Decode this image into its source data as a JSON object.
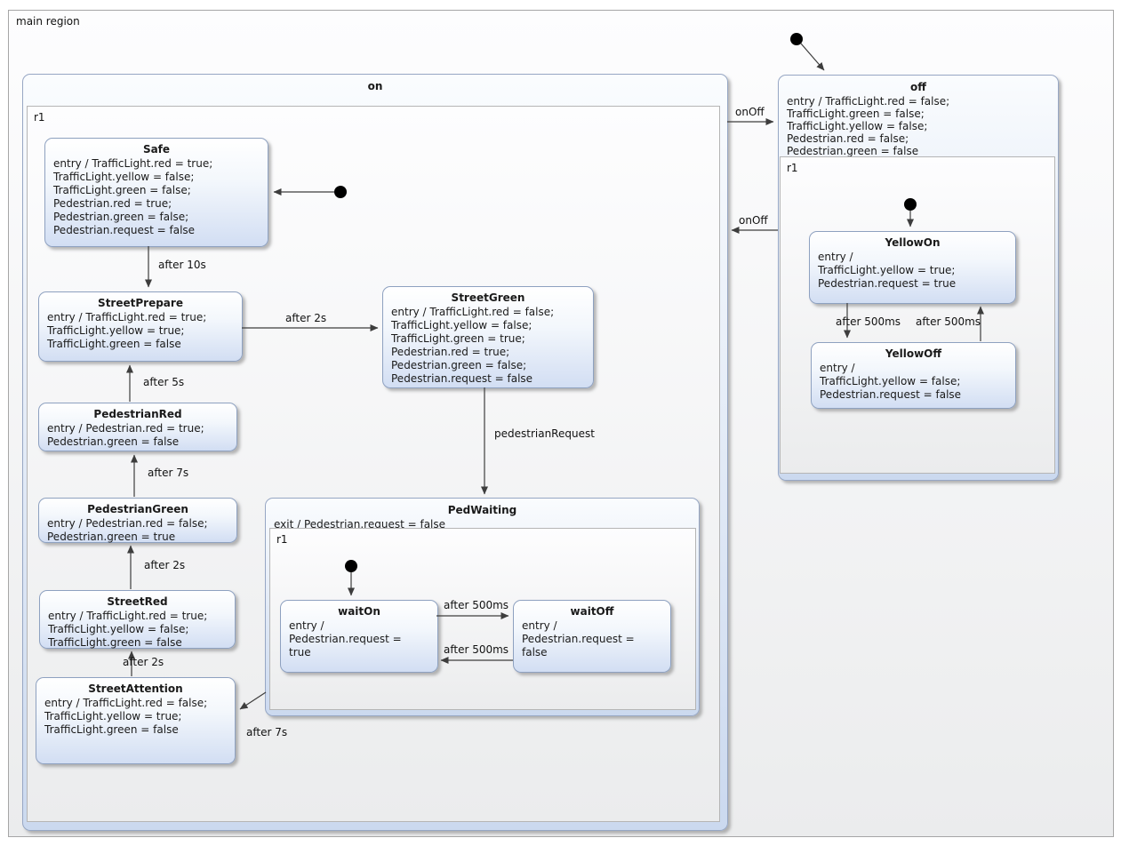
{
  "diagram": {
    "main_region": "main region"
  },
  "regions": {
    "r1": "r1"
  },
  "states": {
    "on": {
      "title": "on"
    },
    "off": {
      "title": "off",
      "body": "entry / TrafficLight.red = false;\nTrafficLight.green = false;\nTrafficLight.yellow = false;\nPedestrian.red = false;\nPedestrian.green = false"
    },
    "safe": {
      "title": "Safe",
      "body": "entry / TrafficLight.red = true;\nTrafficLight.yellow = false;\nTrafficLight.green = false;\nPedestrian.red = true;\nPedestrian.green = false;\nPedestrian.request = false"
    },
    "streetPrepare": {
      "title": "StreetPrepare",
      "body": "entry / TrafficLight.red = true;\nTrafficLight.yellow = true;\nTrafficLight.green = false"
    },
    "streetGreen": {
      "title": "StreetGreen",
      "body": "entry / TrafficLight.red = false;\nTrafficLight.yellow = false;\nTrafficLight.green = true;\nPedestrian.red = true;\nPedestrian.green = false;\nPedestrian.request = false"
    },
    "pedestrianRed": {
      "title": "PedestrianRed",
      "body": "entry / Pedestrian.red = true;\nPedestrian.green = false"
    },
    "pedestrianGreen": {
      "title": "PedestrianGreen",
      "body": "entry / Pedestrian.red = false;\nPedestrian.green = true"
    },
    "streetRed": {
      "title": "StreetRed",
      "body": "entry / TrafficLight.red = true;\nTrafficLight.yellow = false;\nTrafficLight.green = false"
    },
    "streetAttention": {
      "title": "StreetAttention",
      "body": "entry / TrafficLight.red = false;\nTrafficLight.yellow = true;\nTrafficLight.green = false"
    },
    "pedWaiting": {
      "title": "PedWaiting",
      "body": "exit / Pedestrian.request = false"
    },
    "waitOn": {
      "title": "waitOn",
      "body": "entry /\nPedestrian.request =\ntrue"
    },
    "waitOff": {
      "title": "waitOff",
      "body": "entry /\nPedestrian.request =\nfalse"
    },
    "yellowOn": {
      "title": "YellowOn",
      "body": "entry /\nTrafficLight.yellow = true;\nPedestrian.request = true"
    },
    "yellowOff": {
      "title": "YellowOff",
      "body": "entry /\nTrafficLight.yellow = false;\nPedestrian.request = false"
    }
  },
  "transitions": {
    "onToOff": "onOff",
    "offToOn": "onOff",
    "safeToStreetPrepare": "after 10s",
    "streetPrepareToStreetGreen": "after 2s",
    "pedestrianRedToStreetPrepare": "after 5s",
    "pedestrianGreenToPedestrianRed": "after 7s",
    "streetRedToPedestrianGreen": "after 2s",
    "streetAttentionToStreetRed": "after 2s",
    "pedWaitingToStreetAttention": "after 7s",
    "streetGreenToPedWaiting": "pedestrianRequest",
    "waitOnToWaitOff": "after 500ms",
    "waitOffToWaitOn": "after 500ms",
    "yellowOnToYellowOff": "after 500ms",
    "yellowOffToYellowOn": "after 500ms"
  }
}
